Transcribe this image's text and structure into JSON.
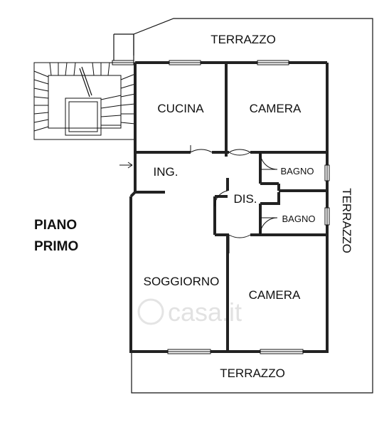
{
  "plan": {
    "floor_title": [
      "PIANO",
      "PRIMO"
    ],
    "rooms": {
      "terrazzo_top": "TERRAZZO",
      "terrazzo_right": "TERRAZZO",
      "terrazzo_bottom": "TERRAZZO",
      "cucina": "CUCINA",
      "camera_top": "CAMERA",
      "bagno_1": "BAGNO",
      "bagno_2": "BAGNO",
      "ingresso": "ING.",
      "disimpegno": "DIS.",
      "soggiorno": "SOGGIORNO",
      "camera_bottom": "CAMERA"
    },
    "watermark": "casa.it"
  },
  "colors": {
    "line": "#111111",
    "wall": "#222222",
    "background": "#ffffff",
    "watermark": "#e2e2e2"
  }
}
